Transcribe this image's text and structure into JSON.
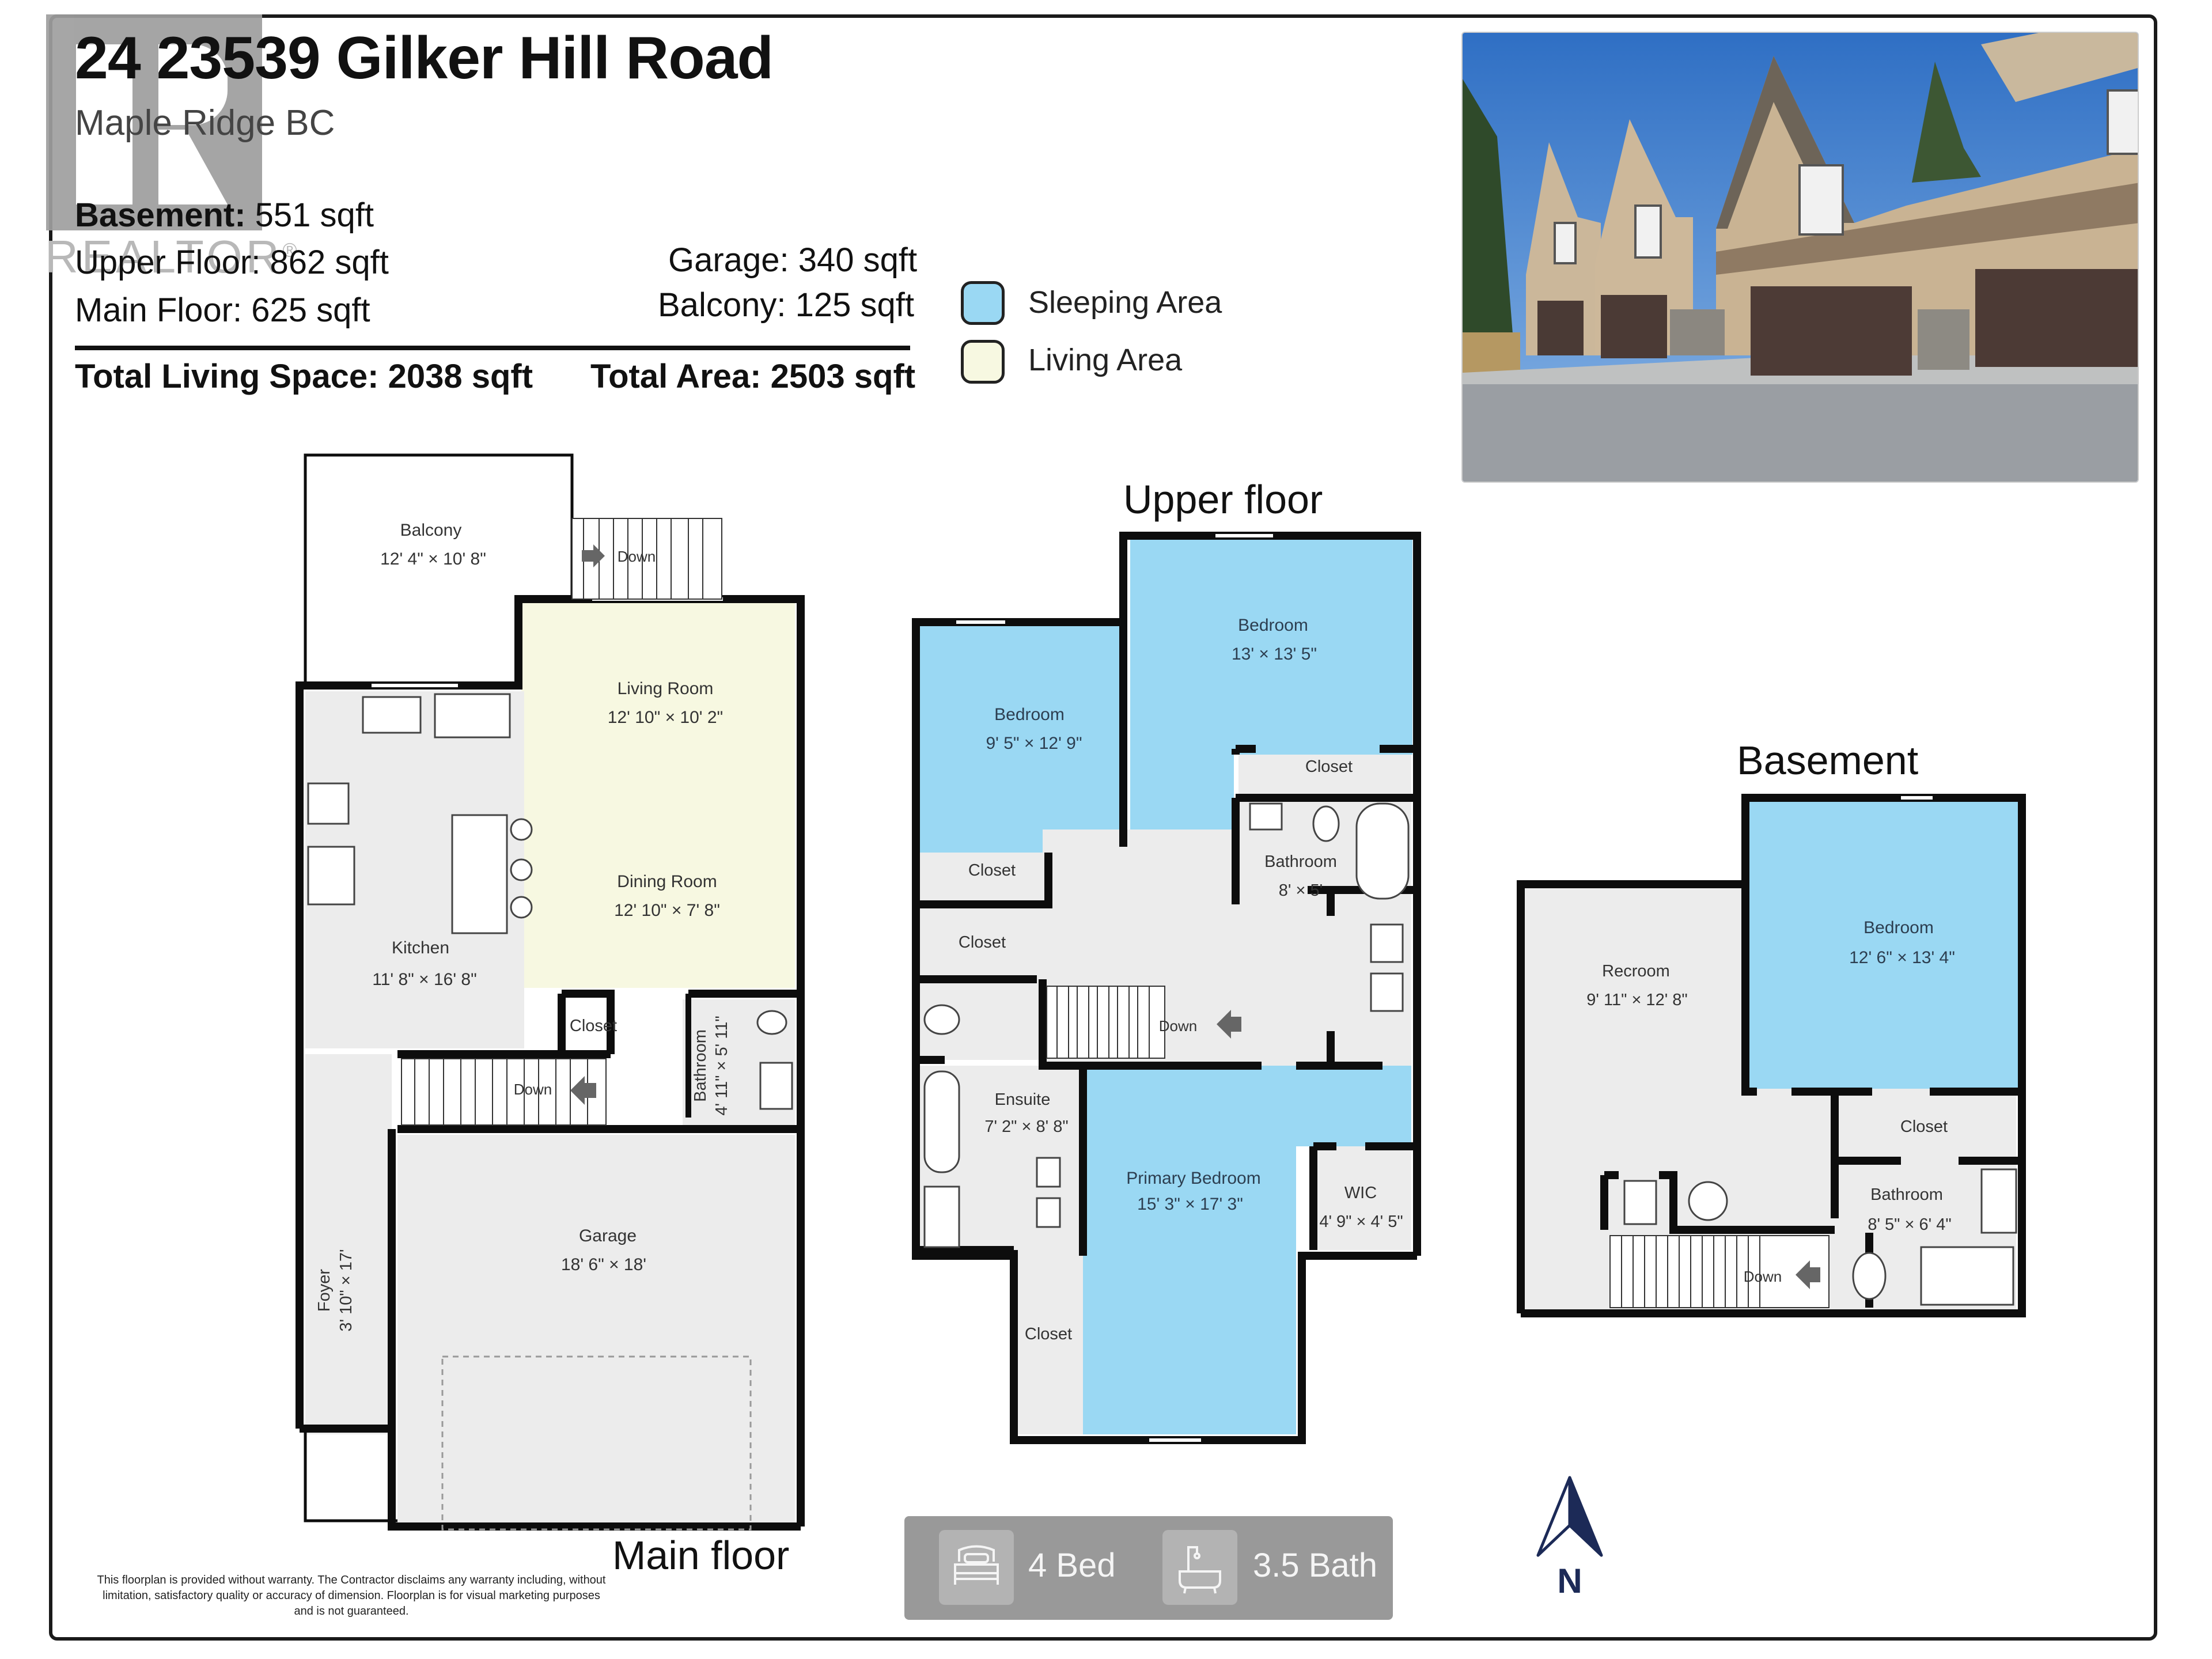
{
  "header": {
    "title": "24 23539 Gilker Hill Road",
    "subtitle": "Maple Ridge BC"
  },
  "watermark": {
    "brand": "REALTOR",
    "registered": "®"
  },
  "areas": {
    "basement": {
      "label": "Basement:",
      "value": "551 sqft"
    },
    "upper_floor": {
      "label": "Upper Floor:",
      "value": "862 sqft"
    },
    "main_floor": {
      "label": "Main Floor:",
      "value": "625 sqft"
    },
    "garage": {
      "label": "Garage:",
      "value": "340 sqft"
    },
    "balcony": {
      "label": "Balcony:",
      "value": "125 sqft"
    },
    "total_living": {
      "label": "Total Living Space:",
      "value": "2038 sqft"
    },
    "total_area": {
      "label": "Total Area:",
      "value": "2503 sqft"
    }
  },
  "legend": [
    {
      "label": "Sleeping Area",
      "color": "#9ad8f3"
    },
    {
      "label": "Living Area",
      "color": "#f7f8e1"
    }
  ],
  "colors": {
    "sleeping": "#9ad8f3",
    "living": "#f7f8e1",
    "other": "#ececec",
    "wall": "#0d0d0d",
    "north_arrow": "#1c2a57",
    "badge_bg": "#999999"
  },
  "floors": {
    "main": {
      "label": "Main floor",
      "rooms": [
        {
          "name": "Balcony",
          "dims": "12' 4\" × 10' 8\""
        },
        {
          "name": "Living Room",
          "dims": "12' 10\" × 10' 2\""
        },
        {
          "name": "Dining Room",
          "dims": "12' 10\" × 7' 8\""
        },
        {
          "name": "Kitchen",
          "dims": "11' 8\" × 16' 8\""
        },
        {
          "name": "Closet",
          "dims": ""
        },
        {
          "name": "Bathroom",
          "dims": "4' 11\" × 5' 11\""
        },
        {
          "name": "Garage",
          "dims": "18' 6\" × 18'"
        },
        {
          "name": "Foyer",
          "dims": "3' 10\" × 17'"
        }
      ],
      "stairs": [
        {
          "label": "Down"
        },
        {
          "label": "Down"
        }
      ]
    },
    "upper": {
      "label": "Upper floor",
      "rooms": [
        {
          "name": "Bedroom",
          "dims": "13' × 13' 5\""
        },
        {
          "name": "Bedroom",
          "dims": "9' 5\" × 12' 9\""
        },
        {
          "name": "Closet",
          "dims": ""
        },
        {
          "name": "Closet",
          "dims": ""
        },
        {
          "name": "Closet",
          "dims": ""
        },
        {
          "name": "Bathroom",
          "dims": "8' × 5'"
        },
        {
          "name": "Ensuite",
          "dims": "7' 2\" × 8' 8\""
        },
        {
          "name": "Primary Bedroom",
          "dims": "15' 3\" × 17' 3\""
        },
        {
          "name": "WIC",
          "dims": "4' 9\" × 4' 5\""
        },
        {
          "name": "Closet",
          "dims": ""
        }
      ],
      "stairs": [
        {
          "label": "Down"
        }
      ]
    },
    "basement": {
      "label": "Basement",
      "rooms": [
        {
          "name": "Recroom",
          "dims": "9' 11\" × 12' 8\""
        },
        {
          "name": "Bedroom",
          "dims": "12' 6\" × 13' 4\""
        },
        {
          "name": "Closet",
          "dims": ""
        },
        {
          "name": "Bathroom",
          "dims": "8' 5\" × 6' 4\""
        }
      ],
      "stairs": [
        {
          "label": "Down"
        }
      ]
    }
  },
  "disclaimer": "This floorplan is provided without warranty. The Contractor disclaims any warranty including, without limitation, satisfactory quality or accuracy of dimension. Floorplan is for visual marketing purposes and is not guaranteed.",
  "summary": {
    "beds": "4 Bed",
    "baths": "3.5 Bath",
    "bed_icon": "bed-icon",
    "bath_icon": "bathtub-icon"
  },
  "compass": {
    "label": "N",
    "icon": "north-arrow-icon"
  },
  "photo": {
    "alt": "Exterior photo of townhouse row with garages"
  }
}
